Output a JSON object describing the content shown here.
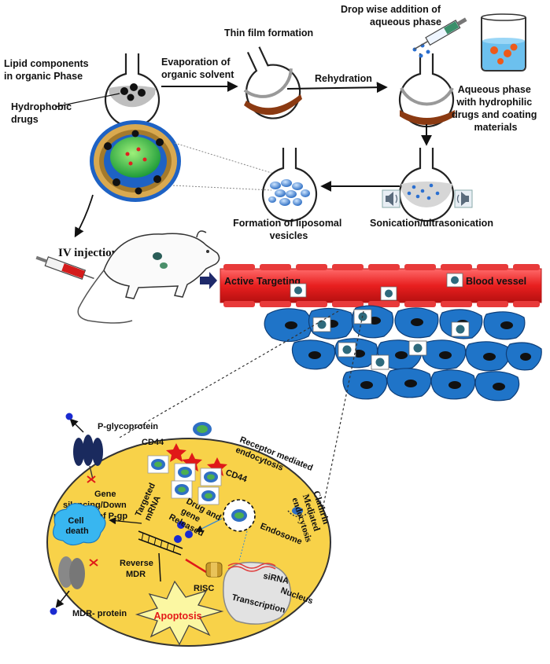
{
  "colors": {
    "flask_fill": "#ffffff",
    "heater": "#8b3a12",
    "vessel": "#ee2a2a",
    "cell_blue": "#1f74c8",
    "cell_yellow": "#f8d249",
    "red_star": "#e01818",
    "cyan_blob": "#38b6f0",
    "apoptosis_burst": "#fbf7a2",
    "navy": "#1f2a6b",
    "apoptosis_text": "#e41818"
  },
  "icons": [
    "syringe-icon",
    "speaker-icon",
    "rat-icon",
    "arrow-right-icon"
  ],
  "preparation": {
    "lipid_components": [
      "Lipid components",
      "in organic Phase"
    ],
    "hydrophobic_drugs": [
      "Hydrophobic",
      "drugs"
    ],
    "evaporation": [
      "Evaporation of",
      "organic solvent"
    ],
    "thin_film": "Thin film formation",
    "rehydration": "Rehydration",
    "drop_wise": [
      "Drop wise addition of",
      "aqueous phase"
    ],
    "aqueous_phase": [
      "Aqueous phase",
      "with hydrophilic",
      "drugs and coating",
      "materials"
    ],
    "sonication": "Sonication/ultrasonication",
    "formation": [
      "Formation of liposomal",
      "vesicles"
    ]
  },
  "delivery": {
    "iv_injection": "IV injection",
    "active_targeting": "Active Targeting",
    "blood_vessel": "Blood vessel"
  },
  "cell": {
    "p_glycoprotein": "P-glycoprotein",
    "cd44_top": "CD44",
    "cd44_right": "CD44",
    "receptor_mediated": [
      "Receptor mediated",
      "endocytosis"
    ],
    "gene_silencing": [
      "Gene",
      "silencing/Down",
      "regulation of P-gp"
    ],
    "cell_death": [
      "Cell",
      "death"
    ],
    "targeted_mrna": [
      "Targeted",
      "mRNA"
    ],
    "drug_gene": [
      "Drug and",
      "gene",
      "Released"
    ],
    "endosome": "Endosome",
    "clathrin": [
      "Clathrin",
      "Mediated",
      "endocytosis"
    ],
    "reverse_mdr": [
      "Reverse",
      "MDR"
    ],
    "risc": "RISC",
    "sirna": "siRNA",
    "transcription": "Transcription",
    "nucleus": "Nucleus",
    "mdr_protein": "MDR- protein",
    "apoptosis": "Apoptosis"
  }
}
